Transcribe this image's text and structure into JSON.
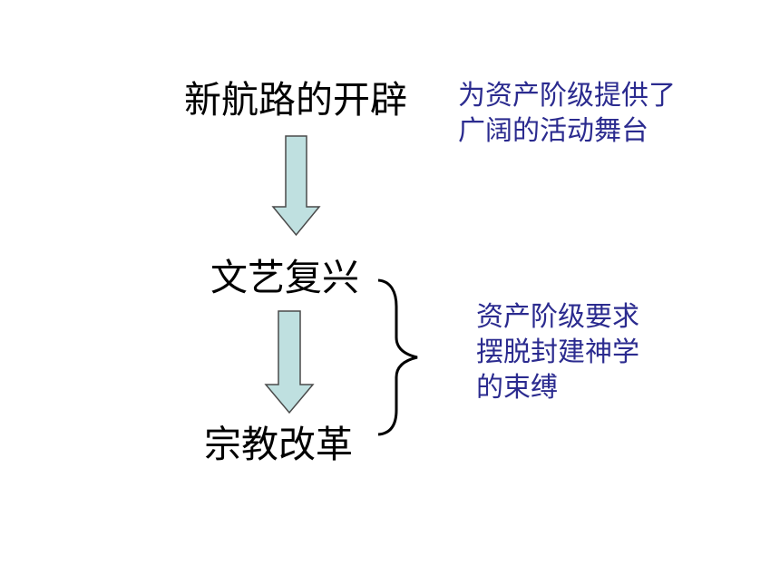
{
  "nodes": {
    "top": "新航路的开辟",
    "middle": "文艺复兴",
    "bottom": "宗教改革"
  },
  "notes": {
    "top": [
      "为资产阶级提供了",
      "广阔的活动舞台"
    ],
    "side": [
      "资产阶级要求",
      "摆脱封建神学",
      "的束缚"
    ]
  },
  "colors": {
    "arrow_fill": "#bfe0e0",
    "arrow_stroke": "#4a4a4a",
    "note_text": "#2b2b8f",
    "node_text": "#000000"
  }
}
